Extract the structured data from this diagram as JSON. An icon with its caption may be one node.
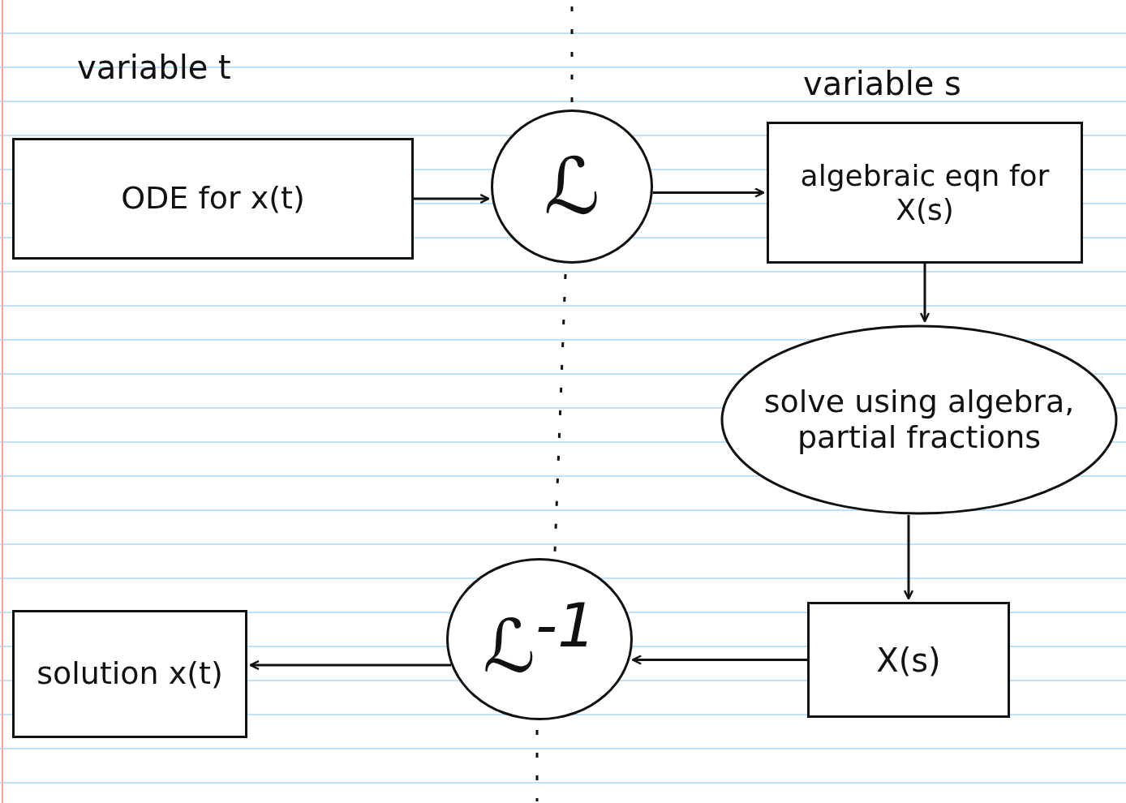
{
  "diagram": {
    "nodes": [
      {
        "text": [
          "ODE for x(t)"
        ]
      },
      {
        "text": [
          "ℒ"
        ]
      },
      {
        "text": [
          "algebraic eqn for X(s)"
        ]
      },
      {
        "text": [
          "solve using algebra, partial fractions"
        ]
      },
      {
        "text": [
          "X(s)"
        ]
      },
      {
        "text": [
          "ℒ$^{-1}$"
        ]
      },
      {
        "text": [
          "solution x(t)"
        ]
      }
    ],
    "edges": [
      {
        "from": 0,
        "to": 1,
        "arrow": "to"
      },
      {
        "from": 1,
        "to": 2,
        "arrow": "to"
      },
      {
        "from": 2,
        "to": 3,
        "arrow": "to"
      },
      {
        "from": 3,
        "to": 4,
        "arrow": "to"
      },
      {
        "from": 4,
        "to": 5,
        "arrow": "to"
      },
      {
        "from": 5,
        "to": 6,
        "arrow": "to"
      }
    ],
    "labels": [
      "variable t",
      "variable s"
    ]
  }
}
